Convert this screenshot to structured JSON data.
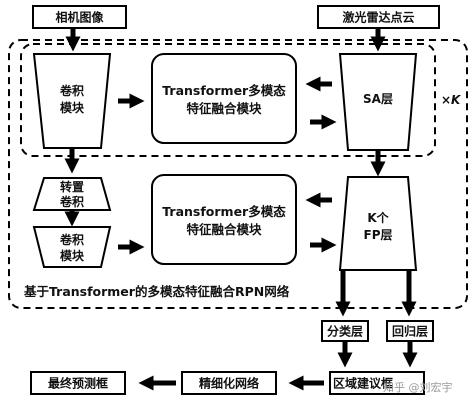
{
  "inputs": {
    "camera": "相机图像",
    "lidar": "激光雷达点云"
  },
  "top": {
    "conv": [
      "卷积",
      "模块"
    ],
    "fusion": [
      "Transformer多模态",
      "特征融合模块"
    ],
    "sa": "SA层",
    "repeat": "×K"
  },
  "bottom": {
    "transpose": [
      "转置",
      "卷积"
    ],
    "conv": [
      "卷积",
      "模块"
    ],
    "fusion": [
      "Transformer多模态",
      "特征融合模块"
    ],
    "fp": [
      "K个",
      "FP层"
    ]
  },
  "network_label": "基于Transformer的多模态特征融合RPN网络",
  "heads": {
    "cls": "分类层",
    "reg": "回归层"
  },
  "post": {
    "region": "区域建议框",
    "refine": "精细化网络",
    "final": "最终预测框"
  },
  "watermark": "知乎 @刘宏宇"
}
